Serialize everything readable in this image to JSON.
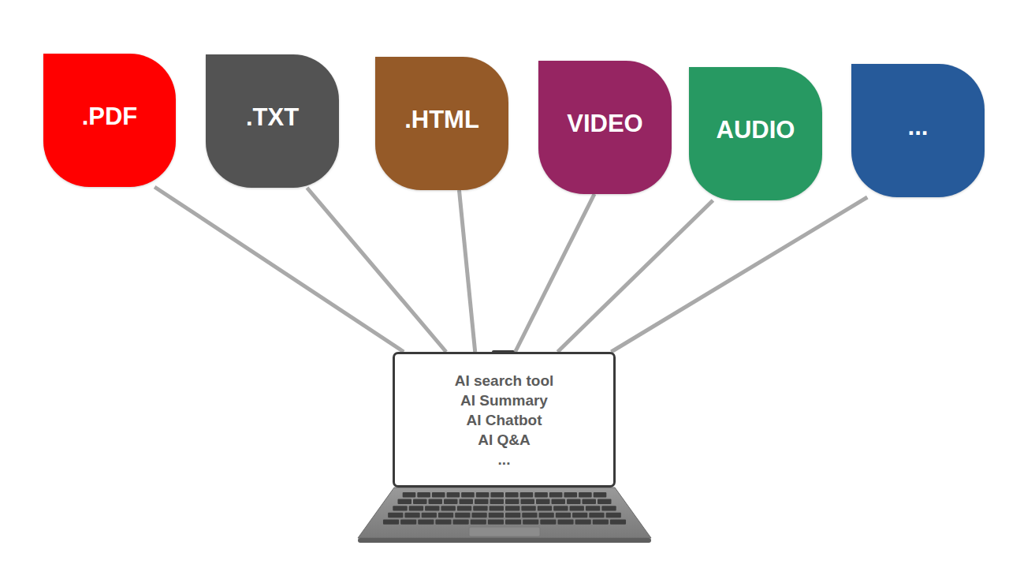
{
  "diagram": {
    "nodes": [
      {
        "text": [
          ".PDF"
        ]
      },
      {
        "text": [
          ".TXT"
        ]
      },
      {
        "text": [
          ".HTML"
        ]
      },
      {
        "text": [
          "VIDEO"
        ]
      },
      {
        "text": [
          "AUDIO"
        ]
      },
      {
        "text": [
          "..."
        ]
      },
      {
        "text": [
          "AI search tool",
          "AI Summary",
          "AI Chatbot",
          "AI Q&A",
          "..."
        ]
      }
    ],
    "edges": [
      {
        "from": 0,
        "to": 6,
        "arrow": "none"
      },
      {
        "from": 1,
        "to": 6,
        "arrow": "none"
      },
      {
        "from": 2,
        "to": 6,
        "arrow": "none"
      },
      {
        "from": 3,
        "to": 6,
        "arrow": "none"
      },
      {
        "from": 4,
        "to": 6,
        "arrow": "none"
      },
      {
        "from": 5,
        "to": 6,
        "arrow": "none"
      }
    ]
  }
}
